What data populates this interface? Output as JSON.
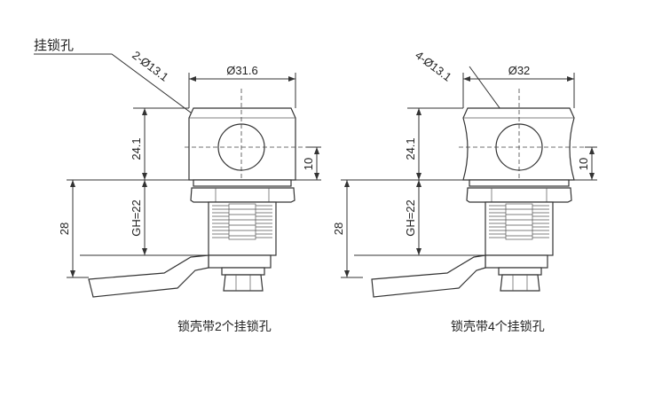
{
  "leader_label": "挂锁孔",
  "left": {
    "hole_label": "2-Ø13.1",
    "diameter_label": "Ø31.6",
    "height_label": "24.1",
    "offset_label": "10",
    "gh_label": "GH=22",
    "total_label": "28",
    "caption": "锁壳带2个挂锁孔"
  },
  "right": {
    "hole_label": "4-Ø13.1",
    "diameter_label": "Ø32",
    "height_label": "24.1",
    "offset_label": "10",
    "gh_label": "GH=22",
    "total_label": "28",
    "caption": "锁壳带4个挂锁孔"
  }
}
